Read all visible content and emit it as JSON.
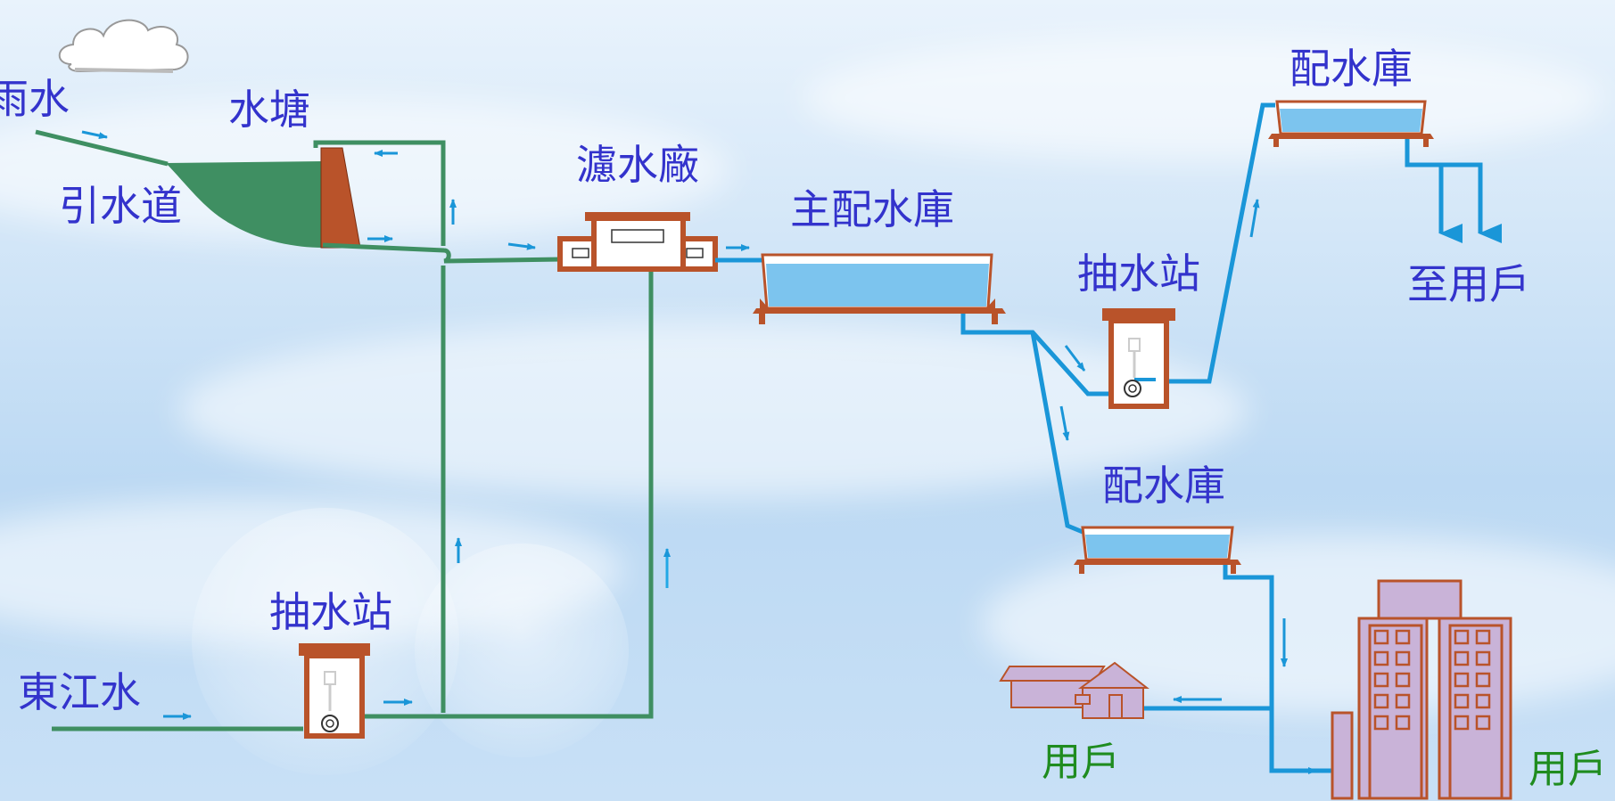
{
  "labels": {
    "rain": "雨水",
    "pond": "水塘",
    "intake_channel": "引水道",
    "treatment_plant": "濾水廠",
    "main_reservoir": "主配水庫",
    "pump_station_upper": "抽水站",
    "service_reservoir_top": "配水庫",
    "to_users": "至用戶",
    "service_reservoir_mid": "配水庫",
    "pump_station_lower": "抽水站",
    "dongjiang_water": "東江水",
    "user_house": "用戶",
    "user_building": "用戶"
  },
  "colors": {
    "label_blue": "#3333cc",
    "label_green": "#1f8c1f",
    "raw_pipe": "#3f8f62",
    "supply_pipe": "#1a96d8",
    "arrow": "#1a96d8",
    "structure": "#b9532a",
    "water": "#7cc4ee",
    "pond_fill": "#3f8f62",
    "building_fill": "#c9b3d8"
  }
}
